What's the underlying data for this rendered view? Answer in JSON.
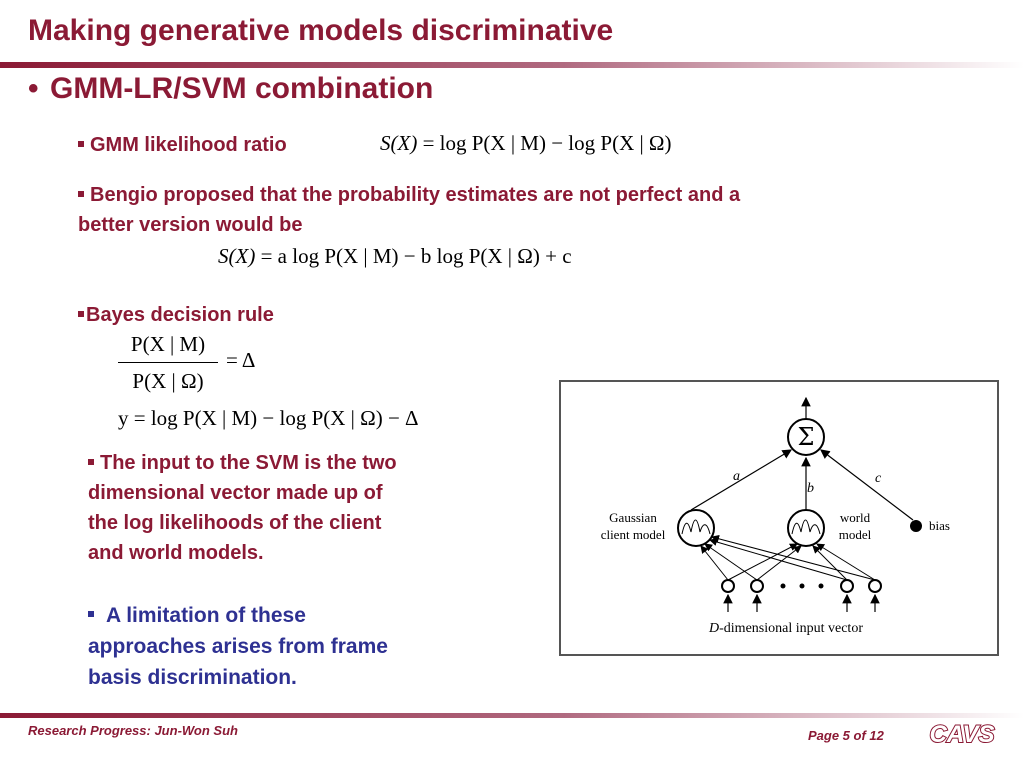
{
  "slide": {
    "title": "Making generative models discriminative",
    "bullet_main": "GMM-LR/SVM combination",
    "gmm_label": "GMM likelihood ratio",
    "bengio_text_line1": "Bengio proposed that the probability estimates are not perfect and a",
    "bengio_text_line2": "better version would be",
    "bayes_label": "Bayes decision rule",
    "svm_input_text": [
      "The input to the SVM is the two",
      "dimensional vector made up of",
      "the log likelihoods of the client",
      "and world models."
    ],
    "limitation_text": [
      "A limitation of these",
      "approaches arises from frame",
      "basis discrimination."
    ]
  },
  "equations": {
    "eq1_lhs": "S(X)",
    "eq1_rhs": "= log P(X | M) − log P(X | Ω)",
    "eq2_lhs": "S(X)",
    "eq2_rhs": "= a log P(X | M) − b log P(X | Ω) + c",
    "frac_num": "P(X | M)",
    "frac_den": "P(X | Ω)",
    "frac_rhs": "= Δ",
    "eq4": "y = log P(X | M) − log P(X | Ω) − Δ"
  },
  "diagram": {
    "sum_symbol": "Σ",
    "weight_a": "a",
    "weight_b": "b",
    "weight_c": "c",
    "gaussian_label_1": "Gaussian",
    "gaussian_label_2": "client model",
    "world_label_1": "world",
    "world_label_2": "model",
    "bias_label": "bias",
    "input_label_d": "D",
    "input_label_rest": "-dimensional input vector"
  },
  "footer": {
    "left": "Research Progress: Jun-Won Suh",
    "page": "Page 5 of 12",
    "logo_text": "CAVS"
  },
  "colors": {
    "maroon": "#8b1a35",
    "blue": "#2e3192"
  }
}
